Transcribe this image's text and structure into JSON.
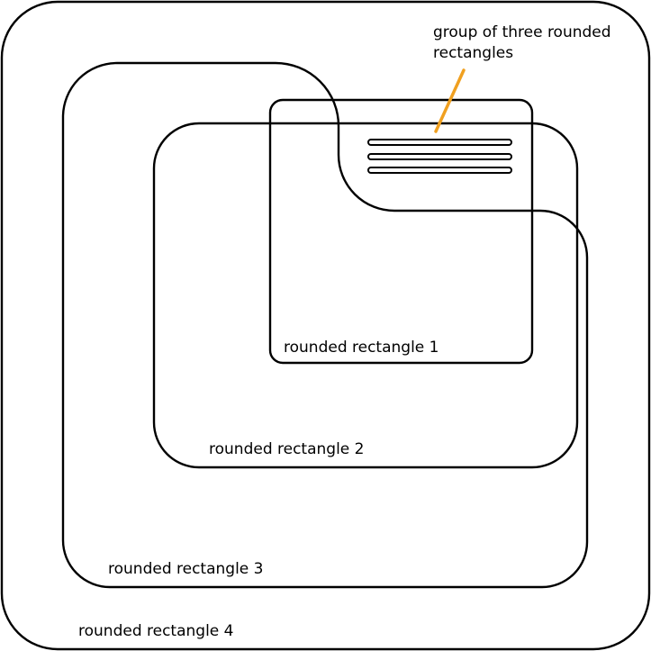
{
  "colors": {
    "stroke": "#000000",
    "background": "#ffffff",
    "callout_line": "#f0a020"
  },
  "shapes": {
    "rect1_label": "rounded rectangle 1",
    "rect2_label": "rounded rectangle 2",
    "rect3_label": "rounded rectangle 3",
    "rect4_label": "rounded rectangle 4"
  },
  "callout": {
    "line1": "group of three rounded",
    "line2": "rectangles"
  }
}
